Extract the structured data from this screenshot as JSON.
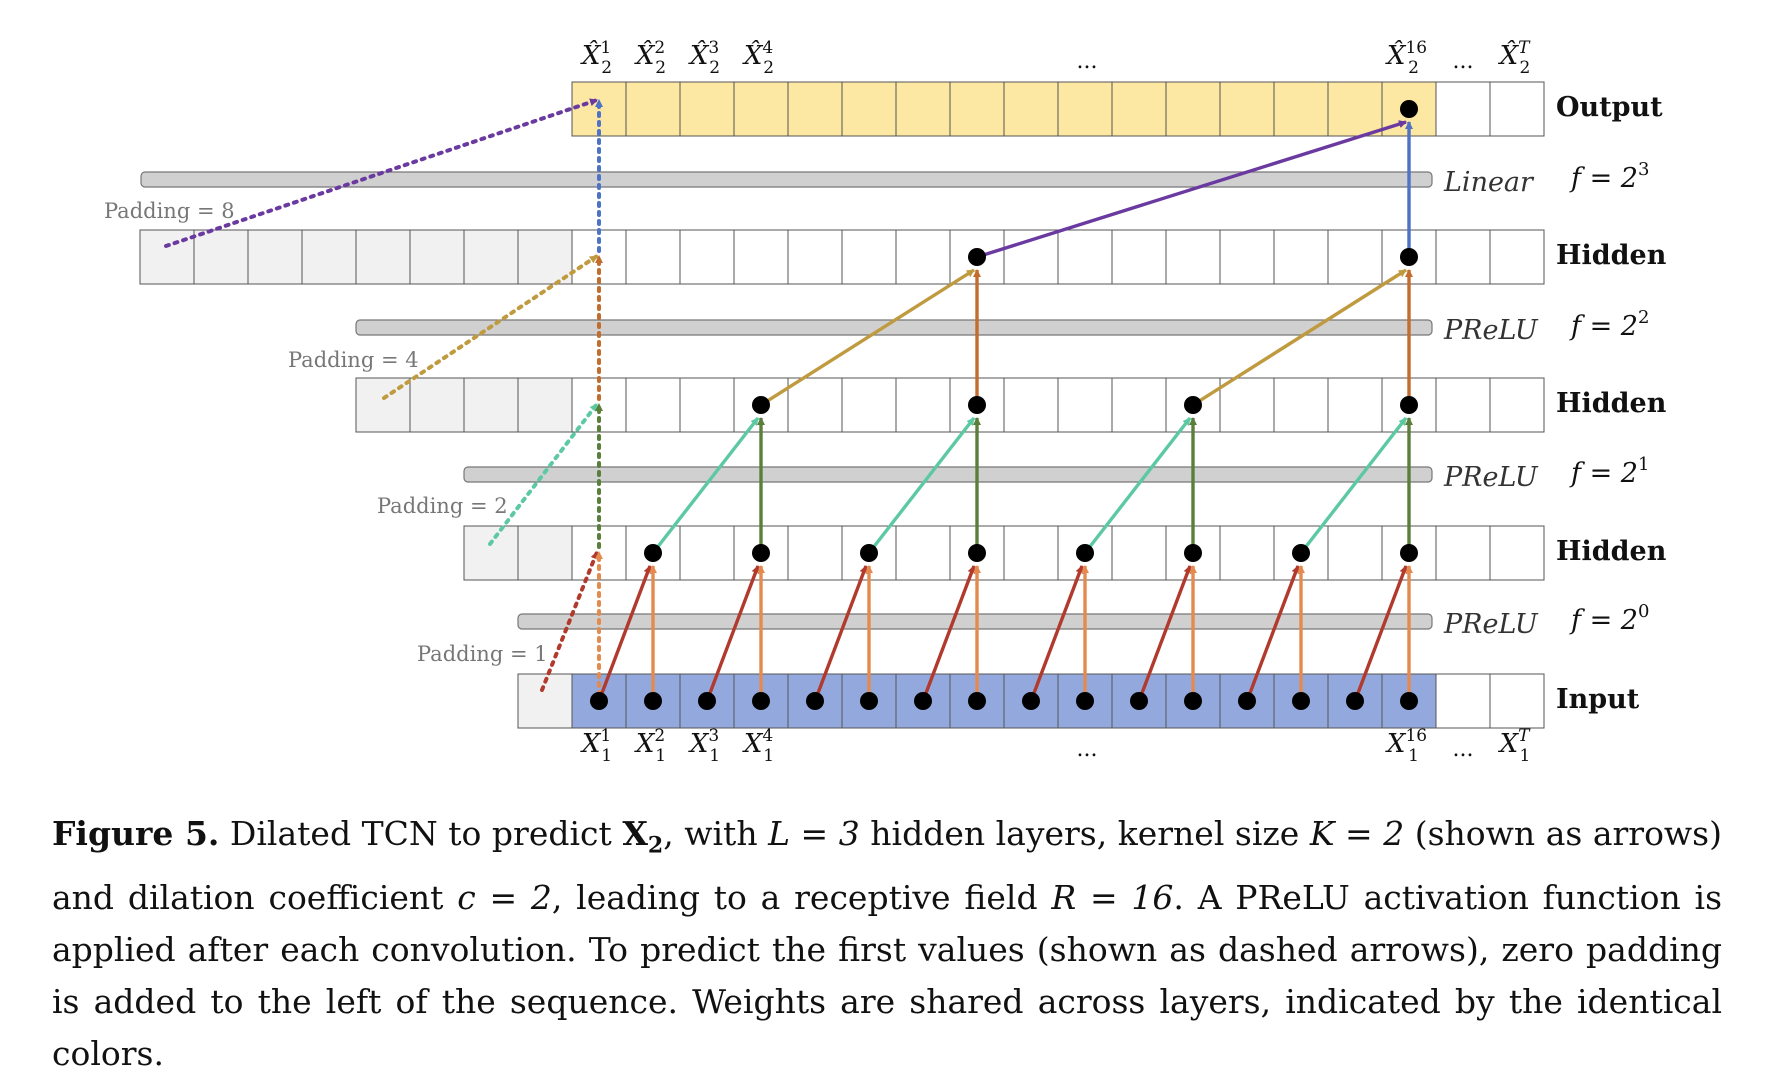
{
  "figure": {
    "rows": [
      {
        "id": "output",
        "label": "Output",
        "padding": 0
      },
      {
        "id": "hidden3",
        "label": "Hidden",
        "padding": 8
      },
      {
        "id": "hidden2",
        "label": "Hidden",
        "padding": 4
      },
      {
        "id": "hidden1",
        "label": "Hidden",
        "padding": 2
      },
      {
        "id": "input",
        "label": "Input",
        "padding": 1
      }
    ],
    "sequence_cells": 18,
    "colored_cells": 16,
    "activations": [
      {
        "name": "Linear",
        "f_base": "f = 2",
        "f_exp": "3"
      },
      {
        "name": "PReLU",
        "f_base": "f = 2",
        "f_exp": "2"
      },
      {
        "name": "PReLU",
        "f_base": "f = 2",
        "f_exp": "1"
      },
      {
        "name": "PReLU",
        "f_base": "f = 2",
        "f_exp": "0"
      }
    ],
    "padding_labels": [
      "Padding = 8",
      "Padding = 4",
      "Padding = 2",
      "Padding = 1"
    ],
    "output_labels": [
      {
        "base": "X̂",
        "sub": "2",
        "sup": "1"
      },
      {
        "base": "X̂",
        "sub": "2",
        "sup": "2"
      },
      {
        "base": "X̂",
        "sub": "2",
        "sup": "3"
      },
      {
        "base": "X̂",
        "sub": "2",
        "sup": "4"
      },
      {
        "base": "X̂",
        "sub": "2",
        "sup": "16"
      },
      {
        "base": "X̂",
        "sub": "2",
        "sup": "T"
      }
    ],
    "input_labels": [
      {
        "base": "X",
        "sub": "1",
        "sup": "1"
      },
      {
        "base": "X",
        "sub": "1",
        "sup": "2"
      },
      {
        "base": "X",
        "sub": "1",
        "sup": "3"
      },
      {
        "base": "X",
        "sub": "1",
        "sup": "4"
      },
      {
        "base": "X",
        "sub": "1",
        "sup": "16"
      },
      {
        "base": "X",
        "sub": "1",
        "sup": "T"
      }
    ],
    "ellipsis": "...",
    "colors": {
      "output_fill": "#fce7a3",
      "input_fill": "#93a9dd",
      "padding_fill": "#f1f1f1",
      "bar_fill": "#d0d0d0",
      "l0_diag": "#b13a2d",
      "l0_vert": "#e58a4e",
      "l1_diag": "#5cc9a3",
      "l1_vert": "#5a7f3a",
      "l2_diag": "#bf9a3e",
      "l2_vert": "#c26c2e",
      "l3_diag": "#6a3aa0",
      "l3_vert": "#4e72c6"
    }
  },
  "caption": {
    "label": "Figure 5.",
    "p1": " Dilated TCN to predict ",
    "var_x2": "X",
    "var_x2_sub": "2",
    "p2": ", with ",
    "eq_L": "L = 3",
    "p3": " hidden layers, kernel size ",
    "eq_K": "K = 2",
    "p4": " (shown as arrows) and dilation coefficient ",
    "eq_c": "c = 2",
    "p5": ", leading to a receptive field ",
    "eq_R": "R = 16",
    "p6": ". A PReLU activation function is applied after each convolution. To predict the first values (shown as dashed arrows), zero padding is added to the left of the sequence. Weights are shared across layers, indicated by the identical colors."
  }
}
